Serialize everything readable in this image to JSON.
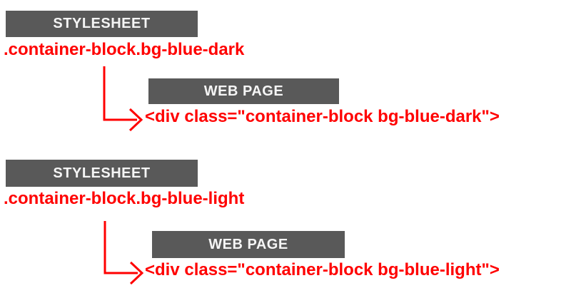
{
  "colors": {
    "box_bg": "#595959",
    "box_text": "#f5f5f5",
    "accent_red": "#ff0000",
    "page_bg": "#ffffff"
  },
  "sections": [
    {
      "name": "bg-blue-dark",
      "stylesheet_label": "STYLESHEET",
      "css_selector": ".container-block.bg-blue-dark",
      "webpage_label": "WEB PAGE",
      "html_code": "<div class=\"container-block bg-blue-dark\">"
    },
    {
      "name": "bg-blue-light",
      "stylesheet_label": "STYLESHEET",
      "css_selector": ".container-block.bg-blue-light",
      "webpage_label": "WEB PAGE",
      "html_code": "<div class=\"container-block bg-blue-light\">"
    }
  ]
}
